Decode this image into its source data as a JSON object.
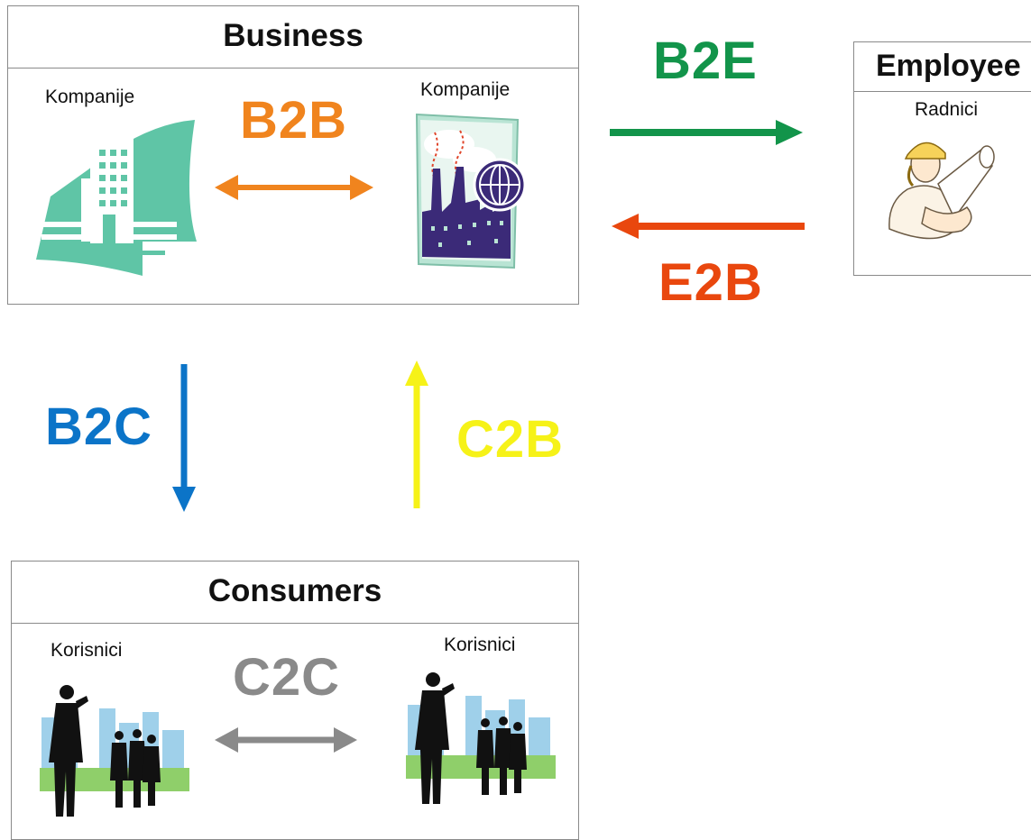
{
  "business": {
    "title": "Business",
    "left_label": "Kompanije",
    "right_label": "Kompanije"
  },
  "employee": {
    "title": "Employee",
    "label": "Radnici"
  },
  "consumers": {
    "title": "Consumers",
    "left_label": "Korisnici",
    "right_label": "Korisnici"
  },
  "relations": {
    "b2b": "B2B",
    "b2e": "B2E",
    "e2b": "E2B",
    "b2c": "B2C",
    "c2b": "C2B",
    "c2c": "C2C"
  },
  "colors": {
    "b2b": "#f0841e",
    "b2e": "#12944a",
    "e2b": "#e9470e",
    "b2c": "#0b74c8",
    "c2b": "#f6f218",
    "c2c": "#8a8a8a",
    "teal": "#5fc5a6",
    "factory": "#3b2a78"
  },
  "icons": [
    "office-building-icon",
    "factory-icon",
    "worker-icon",
    "businessman-group-icon"
  ]
}
